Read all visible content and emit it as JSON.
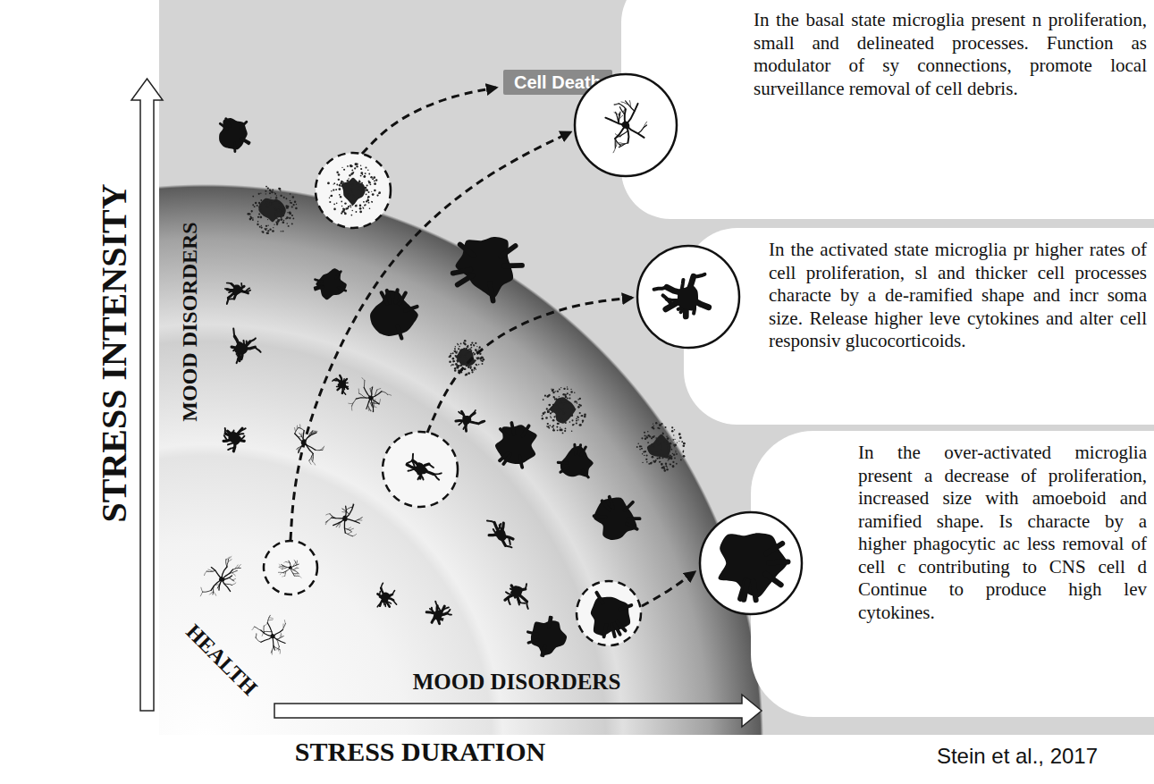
{
  "diagram": {
    "nodes": [
      {
        "text": [
          "Cell Death"
        ]
      },
      {
        "text": [
          "In the basal state microglia present n proliferation, small and delineated processes. Function as modulator of sy connections, promote local surveillance removal of cell debris."
        ]
      },
      {
        "text": [
          "In the activated state microglia pr higher rates of cell proliferation, sl and thicker cell processes characte by a de-ramified shape and incr soma size. Release higher leve cytokines and alter cell responsiv glucocorticoids."
        ]
      },
      {
        "text": [
          "In the over-activated microglia present a decrease of proliferation, increased size with amoeboid and ramified shape. Is characte by a higher phagocytic ac less removal of cell c contributing to CNS cell d Continue to produce high lev cytokines."
        ]
      }
    ],
    "labels": [
      "STRESS INTENSITY",
      "MOOD DISORDERS",
      "HEALTH",
      "MOOD DISORDERS",
      "STRESS DURATION",
      "Stein et al., 2017"
    ]
  }
}
